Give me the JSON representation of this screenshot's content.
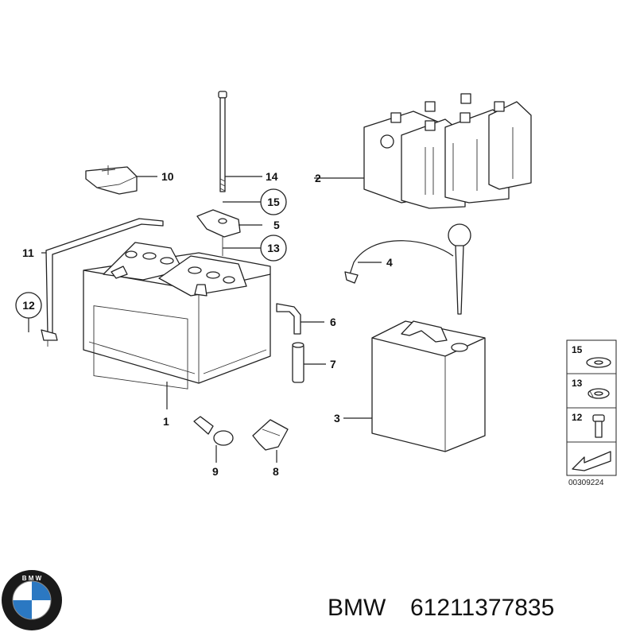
{
  "diagram": {
    "callouts": {
      "c1": "1",
      "c2": "2",
      "c3": "3",
      "c4": "4",
      "c5": "5",
      "c6": "6",
      "c7": "7",
      "c8": "8",
      "c9": "9",
      "c10": "10",
      "c11": "11",
      "c12": "12",
      "c13": "13",
      "c14": "14",
      "c15": "15"
    },
    "legend": {
      "a": "15",
      "b": "13",
      "c": "12"
    },
    "reference_number": "00309224"
  },
  "caption": {
    "brand": "BMW",
    "part_number": "61211377835",
    "logo_text": "B M W"
  }
}
